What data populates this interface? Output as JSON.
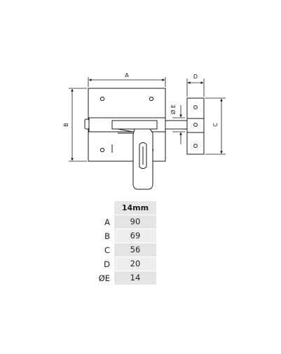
{
  "drawing": {
    "labels": {
      "a": "A",
      "b": "B",
      "c": "C",
      "d": "D",
      "e": "Ø E"
    }
  },
  "table": {
    "header": "14mm",
    "rows": [
      {
        "label": "A",
        "value": "90"
      },
      {
        "label": "B",
        "value": "69"
      },
      {
        "label": "C",
        "value": "56"
      },
      {
        "label": "D",
        "value": "20"
      },
      {
        "label": "ØE",
        "value": "14"
      }
    ]
  }
}
